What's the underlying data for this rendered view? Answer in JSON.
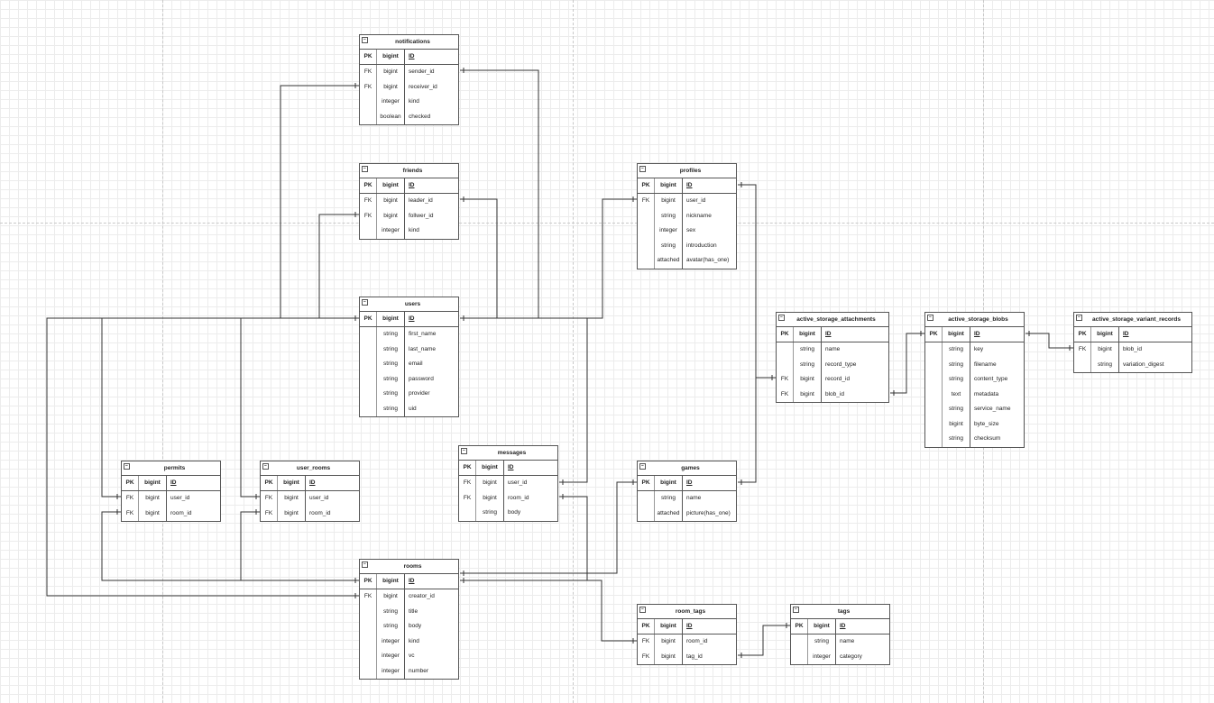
{
  "tables": [
    {
      "name": "notifications",
      "columns": [
        {
          "key": "PK",
          "type": "bigint",
          "name": "ID"
        },
        {
          "key": "FK",
          "type": "bigint",
          "name": "sender_id"
        },
        {
          "key": "FK",
          "type": "bigint",
          "name": "receiver_id"
        },
        {
          "key": "",
          "type": "integer",
          "name": "kind"
        },
        {
          "key": "",
          "type": "boolean",
          "name": "checked"
        }
      ]
    },
    {
      "name": "friends",
      "columns": [
        {
          "key": "PK",
          "type": "bigint",
          "name": "ID"
        },
        {
          "key": "FK",
          "type": "bigint",
          "name": "leader_id"
        },
        {
          "key": "FK",
          "type": "bigint",
          "name": "follwer_id"
        },
        {
          "key": "",
          "type": "integer",
          "name": "kind"
        }
      ]
    },
    {
      "name": "users",
      "columns": [
        {
          "key": "PK",
          "type": "bigint",
          "name": "ID"
        },
        {
          "key": "",
          "type": "string",
          "name": "first_name"
        },
        {
          "key": "",
          "type": "string",
          "name": "last_name"
        },
        {
          "key": "",
          "type": "string",
          "name": "email"
        },
        {
          "key": "",
          "type": "string",
          "name": "password"
        },
        {
          "key": "",
          "type": "string",
          "name": "provider"
        },
        {
          "key": "",
          "type": "string",
          "name": "uid"
        }
      ]
    },
    {
      "name": "profiles",
      "columns": [
        {
          "key": "PK",
          "type": "bigint",
          "name": "ID"
        },
        {
          "key": "FK",
          "type": "bigint",
          "name": "user_id"
        },
        {
          "key": "",
          "type": "string",
          "name": "nickname"
        },
        {
          "key": "",
          "type": "integer",
          "name": "sex"
        },
        {
          "key": "",
          "type": "string",
          "name": "introduction"
        },
        {
          "key": "",
          "type": "attached",
          "name": "avatar(has_one)"
        }
      ]
    },
    {
      "name": "active_storage_attachments",
      "columns": [
        {
          "key": "PK",
          "type": "bigint",
          "name": "ID"
        },
        {
          "key": "",
          "type": "string",
          "name": "name"
        },
        {
          "key": "",
          "type": "string",
          "name": "record_type"
        },
        {
          "key": "FK",
          "type": "bigint",
          "name": "record_id"
        },
        {
          "key": "FK",
          "type": "bigint",
          "name": "blob_id"
        }
      ]
    },
    {
      "name": "active_storage_blobs",
      "columns": [
        {
          "key": "PK",
          "type": "bigint",
          "name": "ID"
        },
        {
          "key": "",
          "type": "string",
          "name": "key"
        },
        {
          "key": "",
          "type": "string",
          "name": "filename"
        },
        {
          "key": "",
          "type": "string",
          "name": "content_type"
        },
        {
          "key": "",
          "type": "text",
          "name": "metadata"
        },
        {
          "key": "",
          "type": "string",
          "name": "service_name"
        },
        {
          "key": "",
          "type": "bigint",
          "name": "byte_size"
        },
        {
          "key": "",
          "type": "string",
          "name": "checksum"
        }
      ]
    },
    {
      "name": "active_storage_variant_records",
      "columns": [
        {
          "key": "PK",
          "type": "bigint",
          "name": "ID"
        },
        {
          "key": "FK",
          "type": "bigint",
          "name": "blob_id"
        },
        {
          "key": "",
          "type": "string",
          "name": "variation_digest"
        }
      ]
    },
    {
      "name": "permits",
      "columns": [
        {
          "key": "PK",
          "type": "bigint",
          "name": "ID"
        },
        {
          "key": "FK",
          "type": "bigint",
          "name": "user_id"
        },
        {
          "key": "FK",
          "type": "bigint",
          "name": "room_id"
        }
      ]
    },
    {
      "name": "user_rooms",
      "columns": [
        {
          "key": "PK",
          "type": "bigint",
          "name": "ID"
        },
        {
          "key": "FK",
          "type": "bigint",
          "name": "user_id"
        },
        {
          "key": "FK",
          "type": "bigint",
          "name": "room_id"
        }
      ]
    },
    {
      "name": "messages",
      "columns": [
        {
          "key": "PK",
          "type": "bigint",
          "name": "ID"
        },
        {
          "key": "FK",
          "type": "bigint",
          "name": "user_id"
        },
        {
          "key": "FK",
          "type": "bigint",
          "name": "room_id"
        },
        {
          "key": "",
          "type": "string",
          "name": "body"
        }
      ]
    },
    {
      "name": "games",
      "columns": [
        {
          "key": "PK",
          "type": "bigint",
          "name": "ID"
        },
        {
          "key": "",
          "type": "string",
          "name": "name"
        },
        {
          "key": "",
          "type": "attached",
          "name": "picture(has_one)"
        }
      ]
    },
    {
      "name": "rooms",
      "columns": [
        {
          "key": "PK",
          "type": "bigint",
          "name": "ID"
        },
        {
          "key": "FK",
          "type": "bigint",
          "name": "creator_id"
        },
        {
          "key": "",
          "type": "string",
          "name": "title"
        },
        {
          "key": "",
          "type": "string",
          "name": "body"
        },
        {
          "key": "",
          "type": "integer",
          "name": "kind"
        },
        {
          "key": "",
          "type": "integer",
          "name": "vc"
        },
        {
          "key": "",
          "type": "integer",
          "name": "number"
        }
      ]
    },
    {
      "name": "room_tags",
      "columns": [
        {
          "key": "PK",
          "type": "bigint",
          "name": "ID"
        },
        {
          "key": "FK",
          "type": "bigint",
          "name": "room_id"
        },
        {
          "key": "FK",
          "type": "bigint",
          "name": "tag_id"
        }
      ]
    },
    {
      "name": "tags",
      "columns": [
        {
          "key": "PK",
          "type": "bigint",
          "name": "ID"
        },
        {
          "key": "",
          "type": "string",
          "name": "name"
        },
        {
          "key": "",
          "type": "integer",
          "name": "category"
        }
      ]
    }
  ],
  "relations": [
    {
      "from": "notifications.sender_id",
      "to": "users.ID"
    },
    {
      "from": "notifications.receiver_id",
      "to": "users.ID"
    },
    {
      "from": "friends.leader_id",
      "to": "users.ID"
    },
    {
      "from": "friends.follwer_id",
      "to": "users.ID"
    },
    {
      "from": "profiles.user_id",
      "to": "users.ID"
    },
    {
      "from": "messages.user_id",
      "to": "users.ID"
    },
    {
      "from": "messages.room_id",
      "to": "rooms.ID"
    },
    {
      "from": "permits.user_id",
      "to": "users.ID"
    },
    {
      "from": "permits.room_id",
      "to": "rooms.ID"
    },
    {
      "from": "user_rooms.user_id",
      "to": "users.ID"
    },
    {
      "from": "user_rooms.room_id",
      "to": "rooms.ID"
    },
    {
      "from": "rooms.creator_id",
      "to": "users.ID"
    },
    {
      "from": "rooms",
      "to": "games.ID"
    },
    {
      "from": "room_tags.room_id",
      "to": "rooms.ID"
    },
    {
      "from": "room_tags.tag_id",
      "to": "tags.ID"
    },
    {
      "from": "active_storage_attachments.record_id",
      "to": "profiles.ID"
    },
    {
      "from": "active_storage_attachments.record_id",
      "to": "games.ID"
    },
    {
      "from": "active_storage_attachments.blob_id",
      "to": "active_storage_blobs.ID"
    },
    {
      "from": "active_storage_variant_records.blob_id",
      "to": "active_storage_blobs.ID"
    }
  ]
}
